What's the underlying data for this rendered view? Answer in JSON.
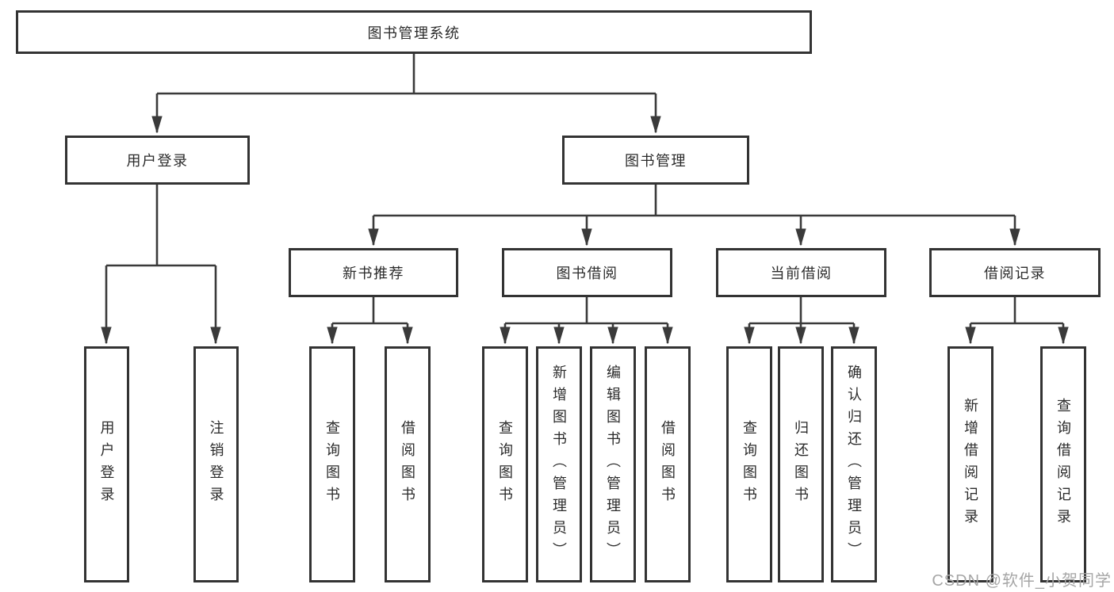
{
  "diagram": {
    "type": "tree",
    "line_color": "#3a3a3a",
    "box_border_color": "#333333",
    "box_background": "#ffffff",
    "text_color": "#2b2b2b",
    "root": {
      "label": "图书管理系统",
      "children": [
        {
          "label": "用户登录",
          "children": [
            {
              "label": "用户登录"
            },
            {
              "label": "注销登录"
            }
          ]
        },
        {
          "label": "图书管理",
          "children": [
            {
              "label": "新书推荐",
              "children": [
                {
                  "label": "查询图书"
                },
                {
                  "label": "借阅图书"
                }
              ]
            },
            {
              "label": "图书借阅",
              "children": [
                {
                  "label": "查询图书"
                },
                {
                  "label": "新增图书（管理员）"
                },
                {
                  "label": "编辑图书（管理员）"
                },
                {
                  "label": "借阅图书"
                }
              ]
            },
            {
              "label": "当前借阅",
              "children": [
                {
                  "label": "查询图书"
                },
                {
                  "label": "归还图书"
                },
                {
                  "label": "确认归还（管理员）"
                }
              ]
            },
            {
              "label": "借阅记录",
              "children": [
                {
                  "label": "新增借阅记录"
                },
                {
                  "label": "查询借阅记录"
                }
              ]
            }
          ]
        }
      ]
    }
  },
  "watermark": {
    "text": "CSDN @软件_小贺同学",
    "color": "#a6a6a6"
  }
}
